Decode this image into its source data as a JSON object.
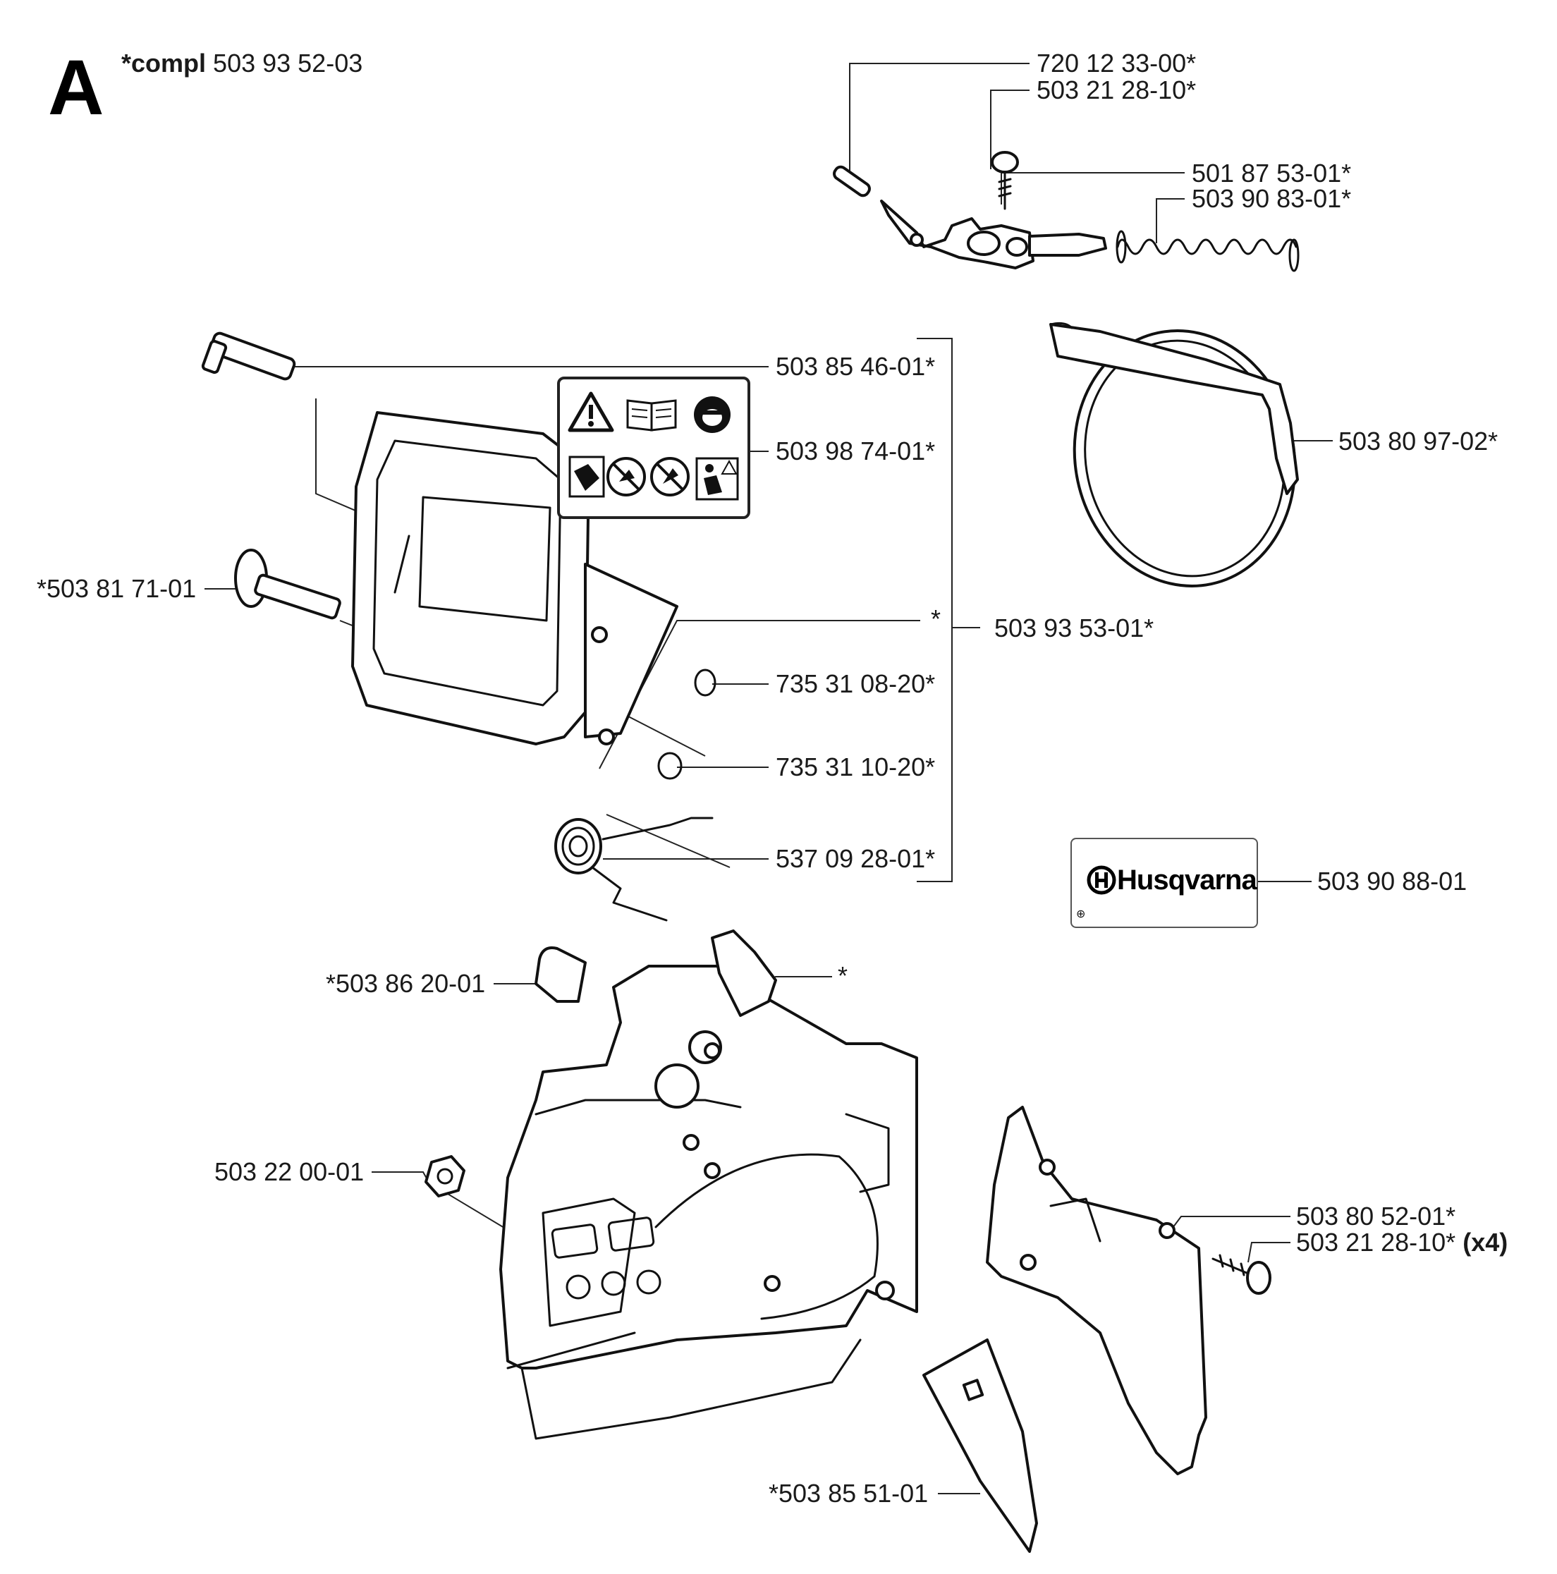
{
  "header": {
    "letter": "A",
    "compl_prefix": "*compl",
    "compl_number": "503 93 52-03"
  },
  "labels": {
    "p1": "720 12 33-00*",
    "p2": "503 21 28-10*",
    "p3": "501 87 53-01*",
    "p4": "503 90 83-01*",
    "p5": "503 85 46-01*",
    "p6": "503 98 74-01*",
    "p7": "503 80 97-02*",
    "p8": "*503 81 71-01",
    "p9": "*",
    "p10": "503 93 53-01*",
    "p11": "735 31 08-20*",
    "p12": "735 31 10-20*",
    "p13": "537 09 28-01*",
    "p14": "503 90 88-01",
    "p15": "*503 86 20-01",
    "p16": "*",
    "p17": "503 22 00-01",
    "p18": "503 80 52-01*",
    "p19": "503 21 28-10*",
    "p19_qty": "(x4)",
    "p20": "*503 85 51-01"
  },
  "logo": {
    "brand": "Husqvarna",
    "icon": "husqvarna-crown-icon"
  },
  "decal_icons": [
    "warning-triangle-icon",
    "manual-book-icon",
    "head-protection-icon",
    "kickback-icon",
    "no-one-hand-icon",
    "no-tip-contact-icon",
    "two-hands-icon"
  ]
}
